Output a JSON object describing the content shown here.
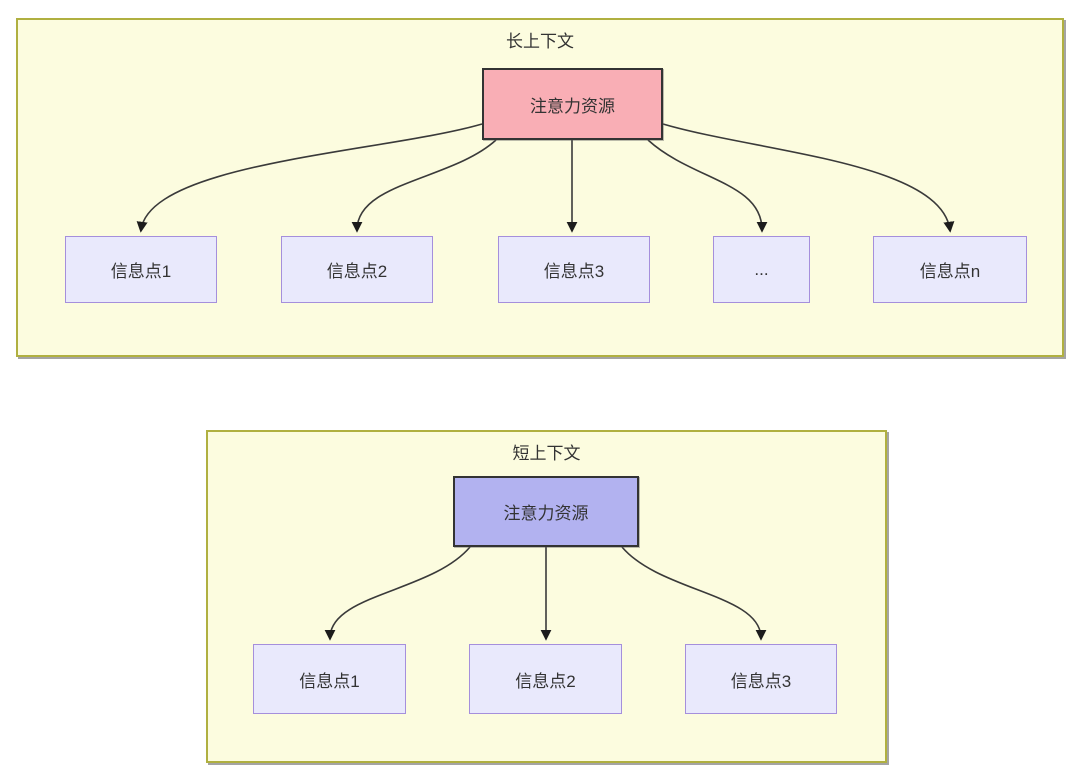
{
  "sections": [
    {
      "title": "长上下文",
      "attention": {
        "label": "注意力资源",
        "fill": "#f9aeb5"
      },
      "nodes": [
        {
          "label": "信息点1"
        },
        {
          "label": "信息点2"
        },
        {
          "label": "信息点3"
        },
        {
          "label": "..."
        },
        {
          "label": "信息点n"
        }
      ]
    },
    {
      "title": "短上下文",
      "attention": {
        "label": "注意力资源",
        "fill": "#b2b2f0"
      },
      "nodes": [
        {
          "label": "信息点1"
        },
        {
          "label": "信息点2"
        },
        {
          "label": "信息点3"
        }
      ]
    }
  ],
  "colors": {
    "container_fill": "#fcfcdf",
    "container_border": "#b0b040",
    "attention_long_fill": "#f9aeb5",
    "attention_short_fill": "#b2b2f0",
    "info_node_fill": "#e9e9fc",
    "info_node_border": "#a58fdc",
    "attention_border": "#333333",
    "arrow": "#3a3a3a",
    "text": "#333333"
  }
}
